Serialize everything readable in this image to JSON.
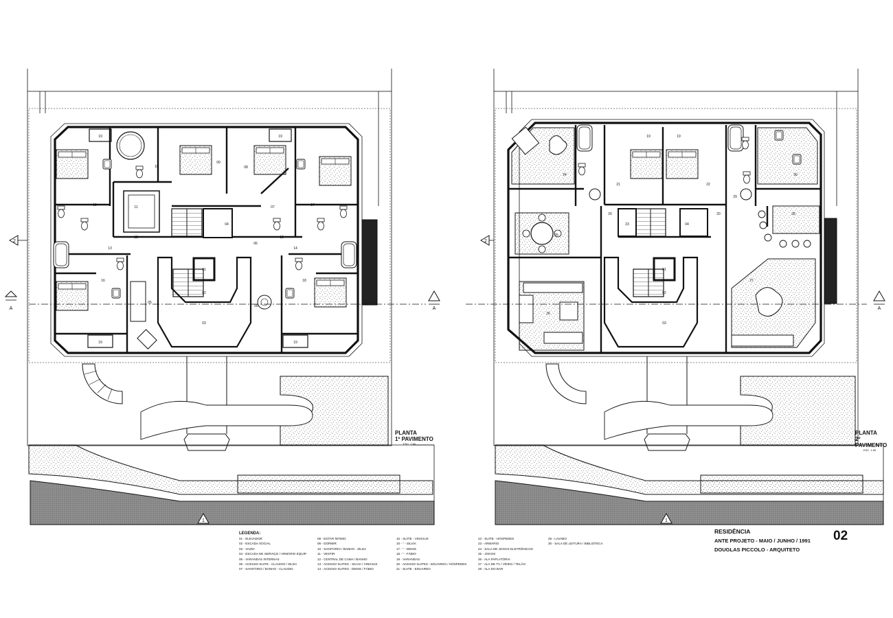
{
  "plans": [
    {
      "id": "first-floor",
      "caption_title": "PLANTA",
      "caption_sub": "1º PAVIMENTO",
      "scale": "ESC. 1:50",
      "rooms": {
        "r01": "01",
        "r02": "02",
        "r03": "03",
        "r04": "04",
        "r05": "05",
        "r05b": "05",
        "r06": "06",
        "r07": "07",
        "r08": "08",
        "r09": "09",
        "r10": "10",
        "r11": "11",
        "r12a": "12",
        "r12b": "12",
        "r13": "13",
        "r14": "14",
        "r15": "15",
        "r16": "16",
        "r17": "17",
        "r18": "18",
        "r19a": "19",
        "r19b": "19",
        "r19c": "19",
        "r19d": "19"
      }
    },
    {
      "id": "second-floor",
      "caption_title": "PLANTA",
      "caption_sub": "2º PAVIMENTO",
      "scale": "ESC. 1:50",
      "rooms": {
        "r01": "01",
        "r02": "02",
        "r03": "03",
        "r04": "04",
        "r19a": "19",
        "r19b": "19",
        "r20a": "20",
        "r20b": "20",
        "r21": "21",
        "r22": "22",
        "r23": "23",
        "r24": "24",
        "r25": "25",
        "r26": "26",
        "r27": "27",
        "r28": "28",
        "r29": "29",
        "r30": "30"
      }
    }
  ],
  "section_markers": {
    "axis_2": "2",
    "axis_a": "A",
    "axis_1": "1"
  },
  "legend": {
    "title": "LEGENDA:",
    "columns": [
      [
        "01 - ELEVADOR",
        "02 - ESCADA SOCIAL",
        "03 - VAZIO",
        "04 - ESCADA DE SERVIÇO / ARMÁRIO EQUIP.",
        "05 - VARANDAS INTERNAS",
        "06 - ACESSO SUITE - CLAUDIO / ZILDA",
        "07 - SANITÁRIO / BANHO - CLAUDIO"
      ],
      [
        "08 - ESTAR ÍNTIMO",
        "09 - DORMIR",
        "10 - SANITÁRIO / BANHO - ZILDA",
        "11 - VESTIR",
        "12 - CENTRAL DE CAMA / BANHO",
        "13 - ACESSO SUITES - SILVIA / VINICIUS",
        "14 - ACESSO SUITES - DENIS / FÁBIO"
      ],
      [
        "15 - SUITE - VINICIUS",
        "16 - \" - SILVIA",
        "17 - \" - DENIS",
        "18 - \" - FÁBIO",
        "19 - VARANDAS",
        "20 - ACESSO SUITES - EDUARDO / HÓSPEDES",
        "21 - SUITE - EDUARDO"
      ],
      [
        "22 - SUITE - HÓSPEDES",
        "23 - ARMÁRIO",
        "24 - SALA DE JOGOS ELETRÔNICOS",
        "25 - JOGOS",
        "26 - ALA PAPLATÓRIA",
        "27 - ALA DE TV / VÍDEO / TELÃO",
        "28 - ALA DO BAR"
      ],
      [
        "29 - LAVABO",
        "30 - SALA DE LEITURA / BIBLIOTECA"
      ]
    ]
  },
  "title_block": {
    "project": "RESIDÊNCIA",
    "phase": "ANTE PROJETO - MAIO / JUNHO / 1991",
    "architect": "DOUGLAS PICCOLO - ARQUITETO",
    "sheet_number": "02"
  }
}
